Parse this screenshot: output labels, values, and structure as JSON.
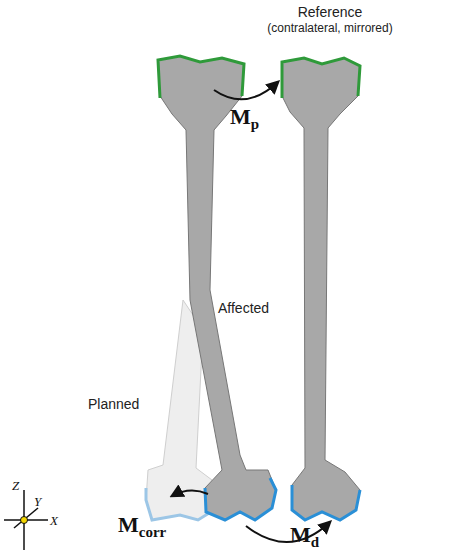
{
  "diagram": {
    "labels": [
      "Reference",
      "(contralateral, mirrored)",
      "Mp",
      "Affected",
      "Planned",
      "Mcorr",
      "Md",
      "Z",
      "Y",
      "X"
    ]
  }
}
